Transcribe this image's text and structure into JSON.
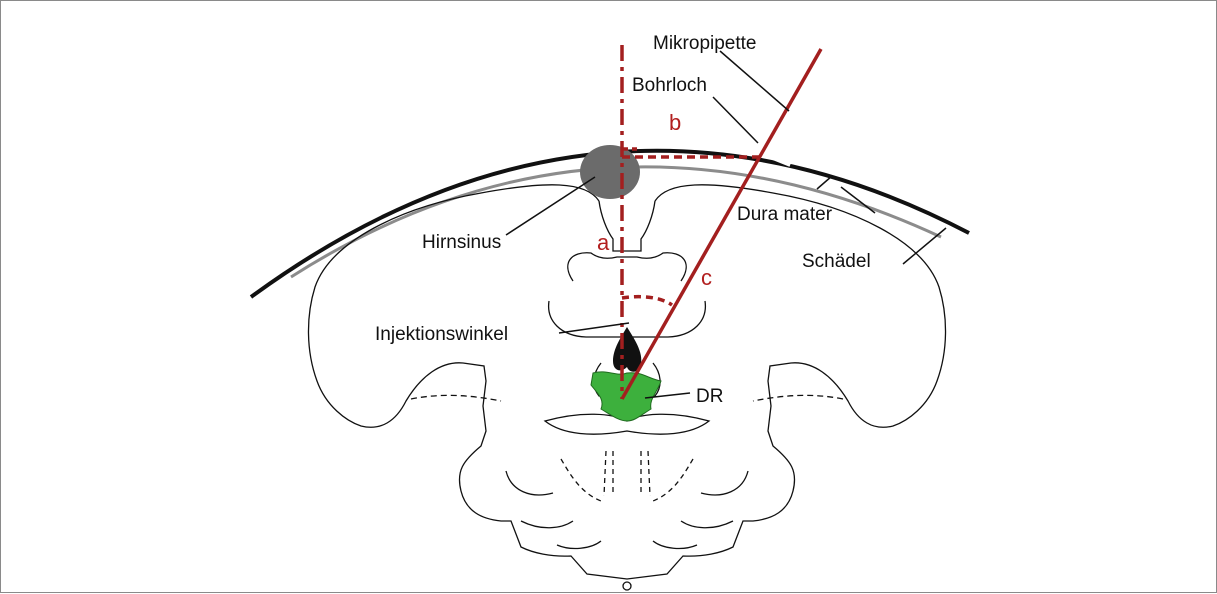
{
  "labels": {
    "micropipette": "Mikropipette",
    "burr_hole": "Bohrloch",
    "dura": "Dura mater",
    "skull": "Schädel",
    "sinus": "Hirnsinus",
    "angle": "Injektionswinkel",
    "dr": "DR"
  },
  "segments": {
    "a": "a",
    "b": "b",
    "c": "c"
  },
  "colors": {
    "pipette": "#a31f1f",
    "segment_label": "#b21f1f",
    "dr_fill": "#3db03d",
    "sinus": "#6b6b6b",
    "dura": "#8c8c8c",
    "skull": "#111111"
  }
}
